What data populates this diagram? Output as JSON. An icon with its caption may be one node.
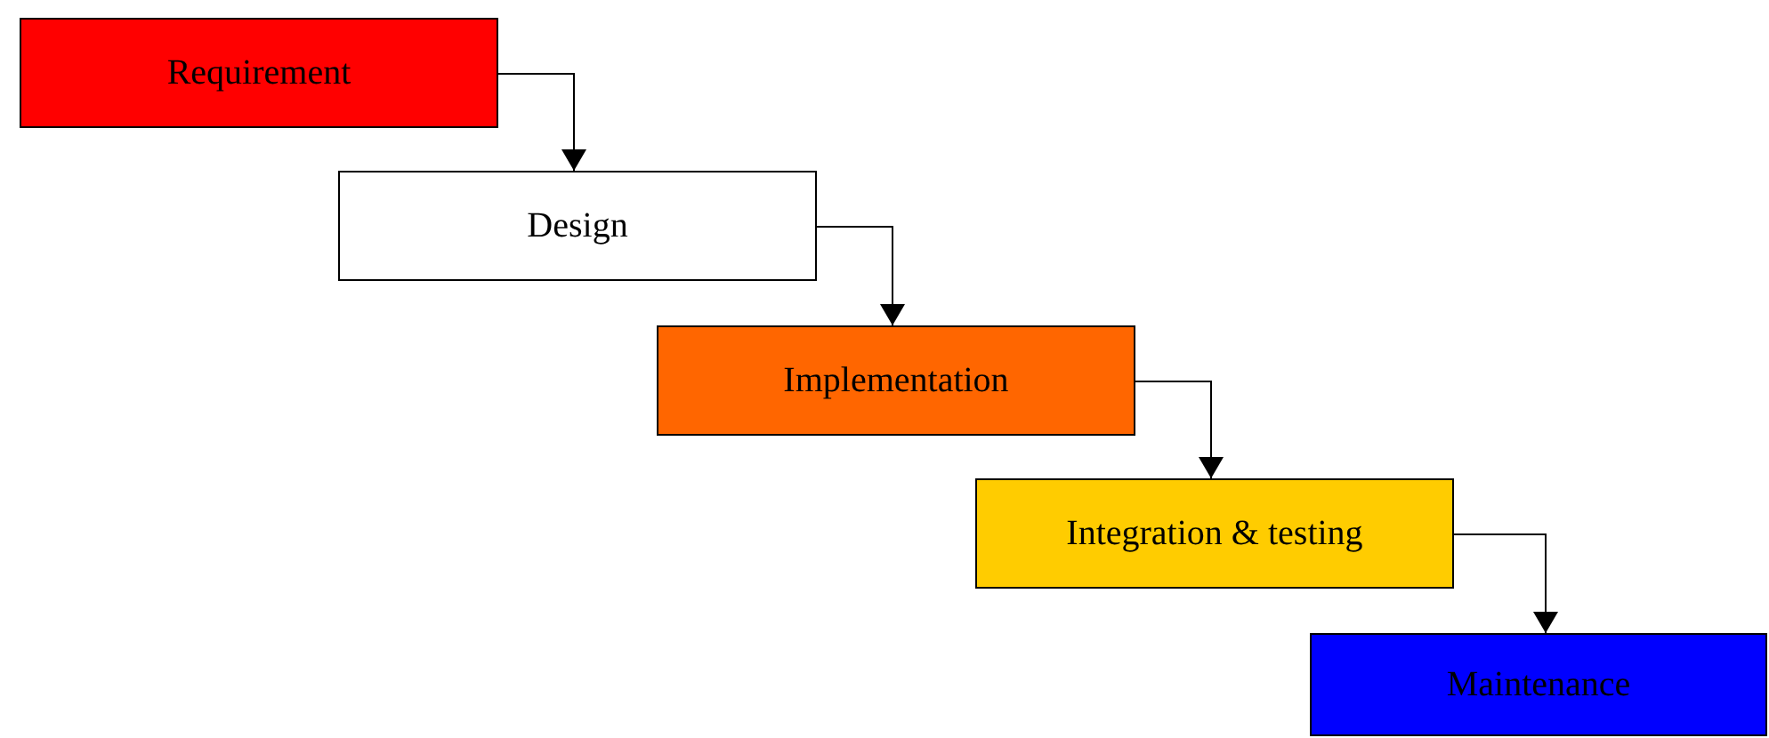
{
  "diagram": {
    "nodes": [
      {
        "text": [
          "Requirement"
        ]
      },
      {
        "text": [
          "Design"
        ]
      },
      {
        "text": [
          "Implementation"
        ]
      },
      {
        "text": [
          "Integration & testing"
        ]
      },
      {
        "text": [
          "Maintenance"
        ]
      }
    ],
    "edges": [
      {
        "from": 0,
        "to": 1,
        "arrow": "to"
      },
      {
        "from": 1,
        "to": 2,
        "arrow": "to"
      },
      {
        "from": 2,
        "to": 3,
        "arrow": "to"
      },
      {
        "from": 3,
        "to": 4,
        "arrow": "to"
      }
    ]
  }
}
